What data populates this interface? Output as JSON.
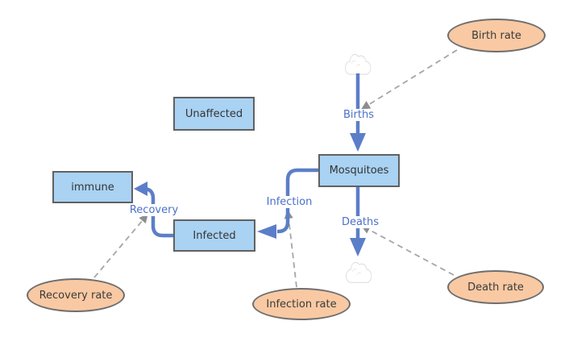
{
  "diagram": {
    "type": "stock-and-flow",
    "stocks": {
      "unaffected": {
        "label": "Unaffected"
      },
      "mosquitoes": {
        "label": "Mosquitoes"
      },
      "immune": {
        "label": "immune"
      },
      "infected": {
        "label": "Infected"
      }
    },
    "parameters": {
      "birth_rate": {
        "label": "Birth rate"
      },
      "recovery_rate": {
        "label": "Recovery rate"
      },
      "infection_rate": {
        "label": "Infection rate"
      },
      "death_rate": {
        "label": "Death rate"
      }
    },
    "flows": {
      "births": {
        "label": "Births",
        "from": "source-cloud",
        "to": "Mosquitoes"
      },
      "deaths": {
        "label": "Deaths",
        "from": "Mosquitoes",
        "to": "sink-cloud"
      },
      "infection": {
        "label": "Infection",
        "from": "Mosquitoes",
        "to": "Infected"
      },
      "recovery": {
        "label": "Recovery",
        "from": "Infected",
        "to": "immune"
      }
    },
    "influences": [
      {
        "from": "Birth rate",
        "to": "Births"
      },
      {
        "from": "Death rate",
        "to": "Deaths"
      },
      {
        "from": "Infection rate",
        "to": "Infection"
      },
      {
        "from": "Recovery rate",
        "to": "Recovery"
      }
    ]
  },
  "colors": {
    "stock_fill": "#A9D2F3",
    "stock_border": "#616161",
    "param_fill": "#F9C9A3",
    "param_border": "#6E6E6E",
    "flow": "#5C7EC8",
    "flow_label": "#4A70C8",
    "link": "#A6A6A6",
    "link_arrow": "#8E8E8E",
    "cloud": "#D5D5D5",
    "cloud_inner": "#E3E3E3"
  }
}
